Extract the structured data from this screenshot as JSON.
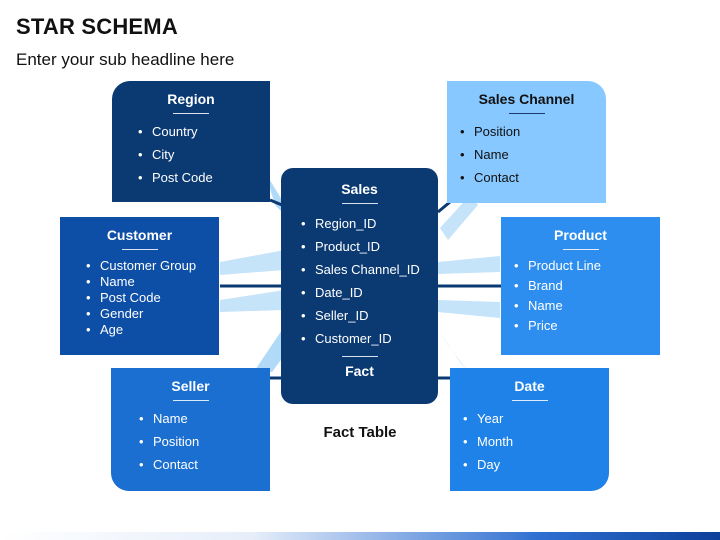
{
  "title": "STAR SCHEMA",
  "subtitle": "Enter your sub headline here",
  "fact_table_label": "Fact Table",
  "center": {
    "title": "Sales",
    "items": [
      "Region_ID",
      "Product_ID",
      "Sales Channel_ID",
      "Date_ID",
      "Seller_ID",
      "Customer_ID"
    ],
    "footer": "Fact"
  },
  "dimensions": {
    "region": {
      "title": "Region",
      "items": [
        "Country",
        "City",
        "Post Code"
      ]
    },
    "customer": {
      "title": "Customer",
      "items": [
        "Customer Group",
        "Name",
        "Post Code",
        "Gender",
        "Age"
      ]
    },
    "seller": {
      "title": "Seller",
      "items": [
        "Name",
        "Position",
        "Contact"
      ]
    },
    "sales_channel": {
      "title": "Sales Channel",
      "items": [
        "Position",
        "Name",
        "Contact"
      ]
    },
    "product": {
      "title": "Product",
      "items": [
        "Product Line",
        "Brand",
        "Name",
        "Price"
      ]
    },
    "date": {
      "title": "Date",
      "items": [
        "Year",
        "Month",
        "Day"
      ]
    }
  },
  "colors": {
    "navy": "#0b3a73",
    "blue_dark": "#0d4ea6",
    "blue_mid": "#1a78d8",
    "blue_light": "#86c8ff",
    "connector_light": "#9fd0f5"
  }
}
